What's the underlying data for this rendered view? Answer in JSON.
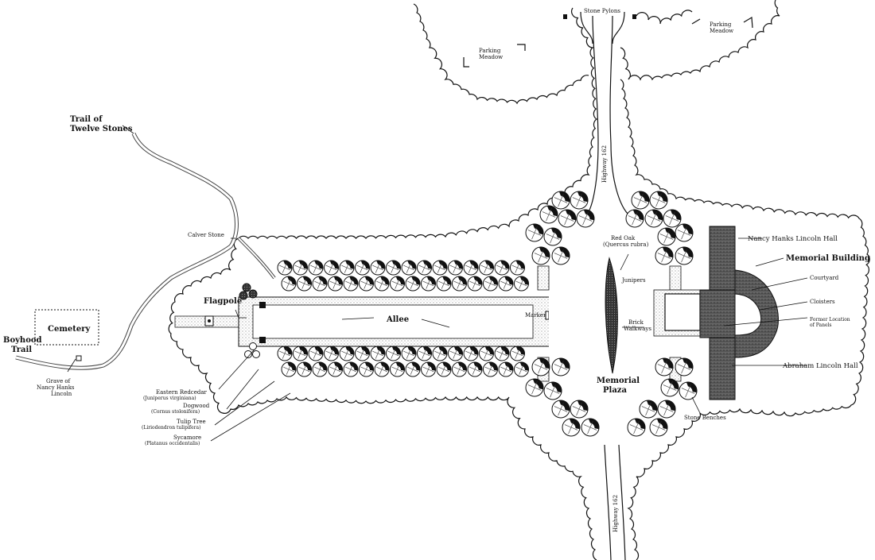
{
  "labels": {
    "stone_pylons": "Stone Pylons",
    "parking_meadow_left": [
      "Parking",
      "Meadow"
    ],
    "parking_meadow_right": [
      "Parking",
      "Meadow"
    ],
    "trail_twelve_stones": [
      "Trail of",
      "Twelve Stones"
    ],
    "highway_top": "Highway 162",
    "highway_bottom": "Highway 162",
    "calver_stone": "Calver Stone",
    "red_oak": [
      "Red Oak",
      "(Quercus rubra)"
    ],
    "nancy_hanks_hall": "Nancy Hanks Lincoln Hall",
    "memorial_building": "Memorial Building",
    "courtyard": "Courtyard",
    "cloisters": "Cloisters",
    "former_location": [
      "Former Location",
      "of Panels"
    ],
    "abraham_lincoln_hall": "Abraham Lincoln Hall",
    "stone_benches": "Stone Benches",
    "junipers": "Junipers",
    "brick_walkways": [
      "Brick",
      "Walkways"
    ],
    "memorial_plaza": [
      "Memorial",
      "Plaza"
    ],
    "marker": "Marker",
    "allee": "Allee",
    "flagpole": "Flagpole",
    "cemetery": "Cemetery",
    "boyhood_trail": [
      "Boyhood",
      "Trail"
    ],
    "grave": [
      "Grave of",
      "Nancy Hanks",
      "Lincoln"
    ],
    "eastern_redcedar": [
      "Eastern Redcedar",
      "(Juniperus virginiana)"
    ],
    "dogwood": [
      "Dogwood",
      "(Cornus stolonifera)"
    ],
    "tulip_tree": [
      "Tulip Tree",
      "(Liriodendron tulipifera)"
    ],
    "sycamore": [
      "Sycamore",
      "(Platanus occidentalis)"
    ]
  }
}
